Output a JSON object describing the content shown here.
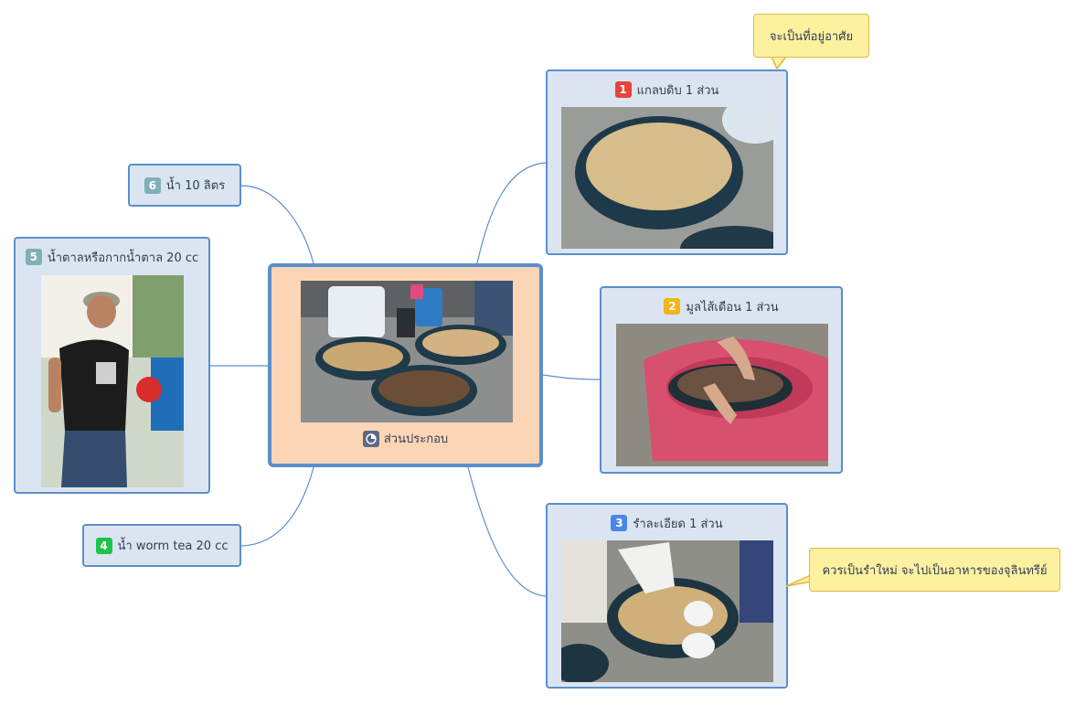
{
  "center": {
    "label": "ส่วนประกอบ",
    "icon": "pie-chart-icon"
  },
  "nodes": [
    {
      "number": "1",
      "label": "แกลบดิบ 1 ส่วน",
      "badge_color": "#e8443a",
      "callout": "จะเป็นที่อยู่อาศัย"
    },
    {
      "number": "2",
      "label": "มูลไส้เดือน 1 ส่วน",
      "badge_color": "#f5b417"
    },
    {
      "number": "3",
      "label": "รำละเอียด 1 ส่วน",
      "badge_color": "#4a86e8",
      "callout": "ควรเป็นรำใหม่ จะไปเป็นอาหารของจุลินทรีย์"
    },
    {
      "number": "4",
      "label": "น้ำ worm tea 20 cc",
      "badge_color": "#1ec34a"
    },
    {
      "number": "5",
      "label": "น้ำตาลหรือกากน้ำตาล 20 cc",
      "badge_color": "#7fb0b8"
    },
    {
      "number": "6",
      "label": "น้ำ 10 ลิตร",
      "badge_color": "#7fb0b8"
    }
  ],
  "colors": {
    "node_fill": "#dbe5f1",
    "node_border": "#5b8fcc",
    "center_fill": "#fbd5b5",
    "callout_fill": "#fdf1a0",
    "connector": "#5b8fcc"
  }
}
